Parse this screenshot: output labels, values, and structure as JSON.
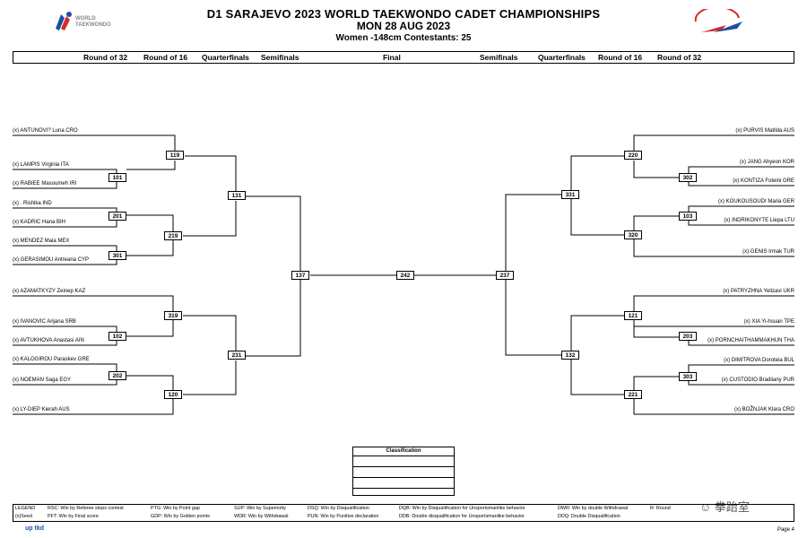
{
  "header": {
    "title": "D1 SARAJEVO 2023 WORLD TAEKWONDO CADET CHAMPIONSHIPS",
    "date": "MON 28 AUG 2023",
    "category": "Women -148cm  Contestants: 25",
    "left_logo_text": [
      "WORLD",
      "TAEKWONDO"
    ]
  },
  "rounds": {
    "left": [
      "Round of 32",
      "Round of 16",
      "Quarterfinals",
      "Semifinals"
    ],
    "final": "Final",
    "right": [
      "Semifinals",
      "Quarterfinals",
      "Round of 16",
      "Round of 32"
    ]
  },
  "left_competitors": [
    "(x) ANTUNOVI? Luna CRO",
    "(x) LAMPIS Virginia ITA",
    "(x) RABIEE Masoumeh IRI",
    "(x) . Rishika IND",
    "(x) KADRIC Hana BIH",
    "(x) MENDEZ Maia MEX",
    "(x) GERASIMOU Antreana CYP",
    "(x) AZAMATKYZY Zeinep KAZ",
    "(x) IVANOVIC Arijana SRB",
    "(x) AVTUKHOVA Anastasi AIN",
    "(x) KALOGIROU Paraskev GRE",
    "(x) NOEMAN Saga EGY",
    "(x) LY-DIEP Kierah AUS"
  ],
  "right_competitors": [
    "(x) PURVIS Matilda AUS",
    "(x) JANG Ahyeon KOR",
    "(x) KONTIZA Foteini GRE",
    "(x) KOUKOUSOUDI Maria GER",
    "(x) INDRIKONYTE Liepa LTU",
    "(x) GENIS Irmak TUR",
    "(x) PATRYZHNA Yelizavi UKR",
    "(x) XIA Yi-hsuan TPE",
    "(x) PORNCHAITHAMMAKHUN THA",
    "(x) DIMITROVA Doroteia BUL",
    "(x) CUSTODIO Bradiiany PUR",
    "(x) BOŽNJAK Klara CRO"
  ],
  "matches": {
    "l101": "101",
    "l201": "201",
    "l301": "301",
    "l102": "102",
    "l202": "202",
    "l119": "119",
    "l219": "219",
    "l319": "319",
    "l120": "120",
    "l131": "131",
    "l231": "231",
    "l137": "137",
    "final": "242",
    "r302": "302",
    "r103": "103",
    "r203": "203",
    "r303": "303",
    "r220": "220",
    "r320": "320",
    "r121": "121",
    "r221": "221",
    "r331": "331",
    "r132": "132",
    "r237": "237"
  },
  "classification": {
    "title": "Classification"
  },
  "legend": {
    "col1": [
      "LEGEND",
      "(x)Seed"
    ],
    "col2": [
      "RSC: Win by Referee stops contest",
      "PFT: Win by Final score"
    ],
    "col3": [
      "PTG: Win by Point gap",
      "GDP: Win by Golden points"
    ],
    "col4": [
      "SUP: Win by Superiority",
      "WDR: Win by Withdrawal"
    ],
    "col5": [
      "DSQ: Win by Disqualification",
      "PUN: Win by Punitive declaration"
    ],
    "col6": [
      "DQB: Win by Disqualification for Unsportsmanlike behavior",
      "DDB: Double disqualification for Unsportsmanlike behavior"
    ],
    "col7": [
      "DWR: Win by double Withdrawal",
      "DDQ: Double Disqualification"
    ],
    "col8": [
      "R: Round",
      ""
    ]
  },
  "footer": {
    "brand": "up tkd",
    "page": "Page 4",
    "watermark": "拳跆室"
  }
}
